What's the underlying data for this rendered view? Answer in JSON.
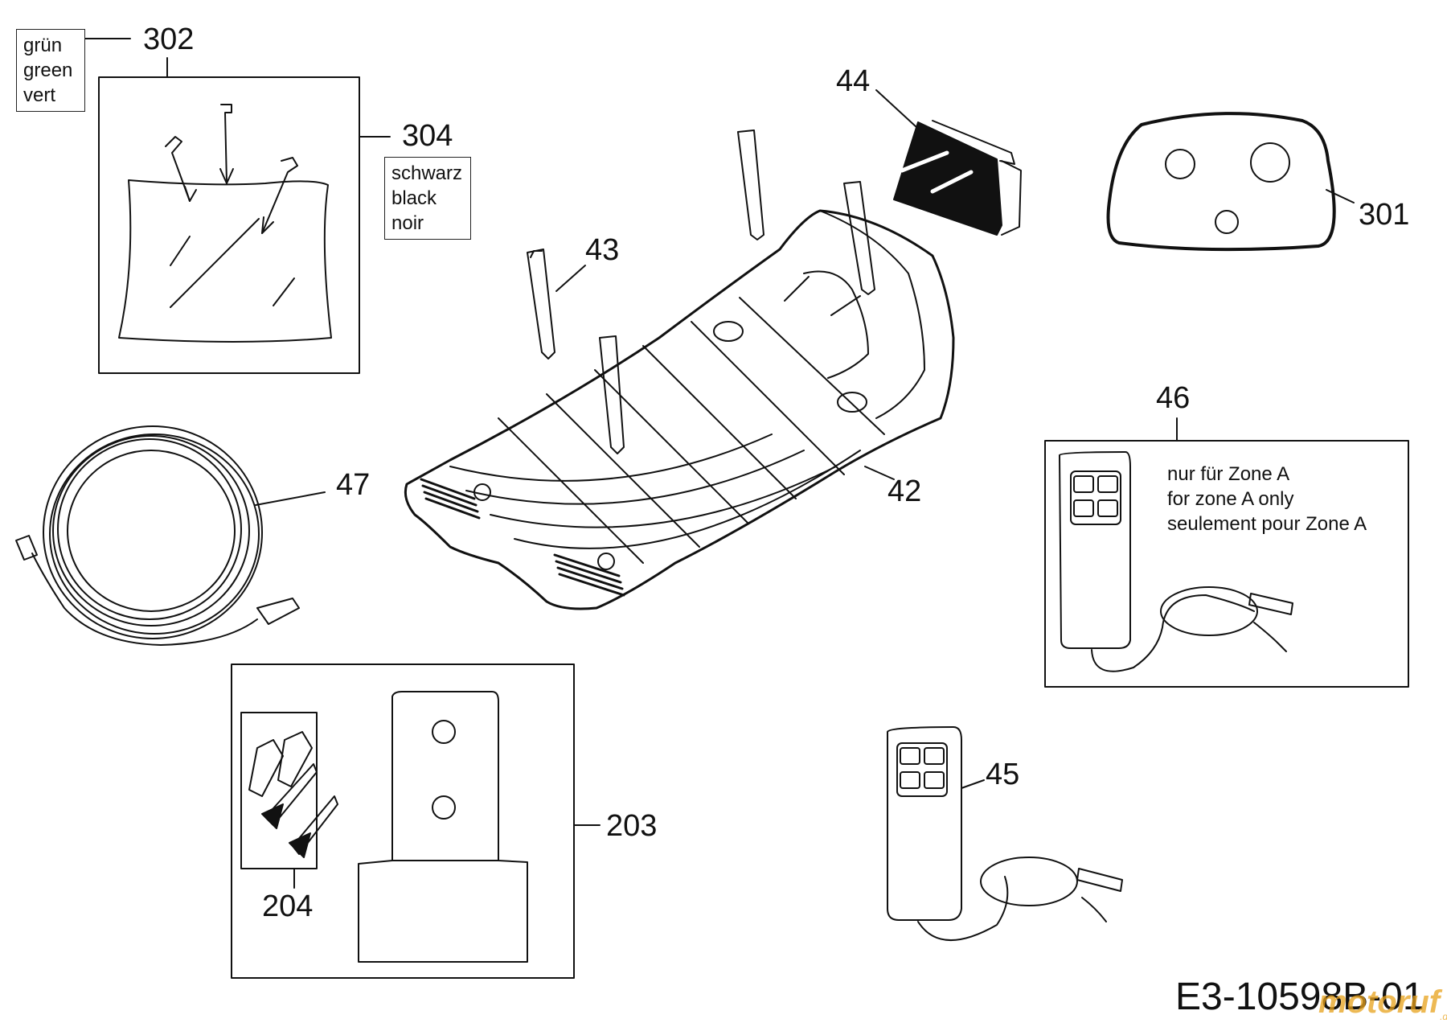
{
  "colors": {
    "line": "#111111",
    "fill_dark": "#111111",
    "watermark": "#e8a21c"
  },
  "labels": {
    "p302": "302",
    "p304": "304",
    "p44": "44",
    "p301": "301",
    "p43": "43",
    "p42": "42",
    "p47": "47",
    "p46": "46",
    "p45": "45",
    "p203": "203",
    "p204": "204"
  },
  "color_notes": {
    "green": {
      "line1": "grün",
      "line2": "green",
      "line3": "vert"
    },
    "black": {
      "line1": "schwarz",
      "line2": "black",
      "line3": "noir"
    }
  },
  "zone_note": {
    "line1": "nur für Zone A",
    "line2": "for zone A only",
    "line3": "seulement pour Zone A"
  },
  "doc_id": "E3-10598B-01",
  "watermark": {
    "text": "motoruf",
    "suffix": ".de"
  }
}
